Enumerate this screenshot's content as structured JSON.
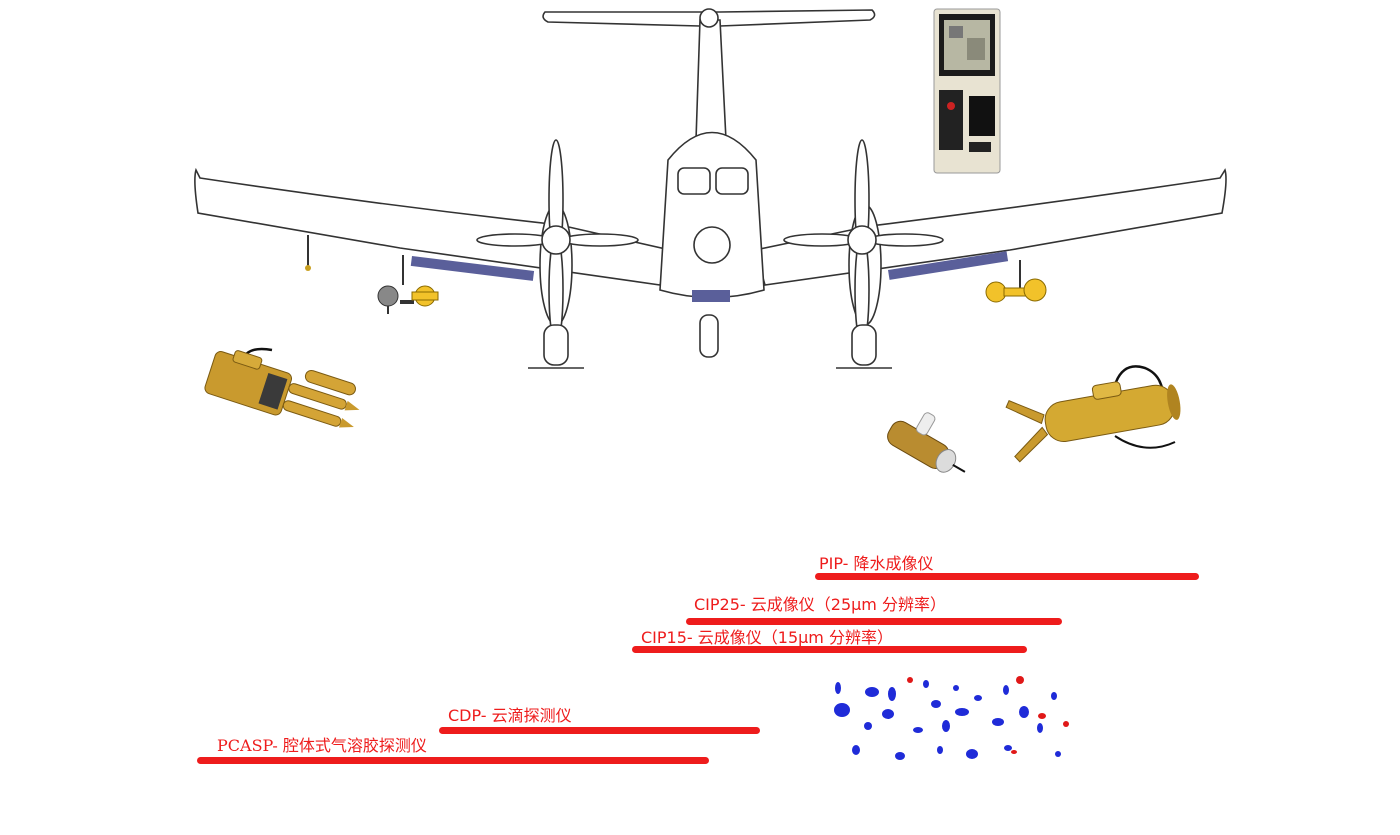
{
  "colors": {
    "accent_red": "#ee1c1c",
    "brass": "#c99a2e",
    "pod_yellow": "#f2c22a",
    "wing_strip": "#5a5f9a",
    "outline": "#333333",
    "droplet_blue": "#1f2bd8"
  },
  "instruments": [
    {
      "label": "PIP- 降水成像仪"
    },
    {
      "label": "CIP25- 云成像仪（25μm 分辨率）"
    },
    {
      "label": "CIP15- 云成像仪（15μm 分辨率）"
    },
    {
      "label": "CDP- 云滴探测仪"
    },
    {
      "label": "PCASP- 腔体式气溶胶探测仪"
    }
  ],
  "icons": {
    "aircraft": "twin-turboprop-aircraft-outline",
    "control_box": "control-unit-panel",
    "cdp_probe": "brass-probe-with-tubes",
    "cip_probe": "small-brass-probe",
    "pip_probe": "brass-probe-with-arms",
    "image_panel": "particle-image-strip"
  }
}
